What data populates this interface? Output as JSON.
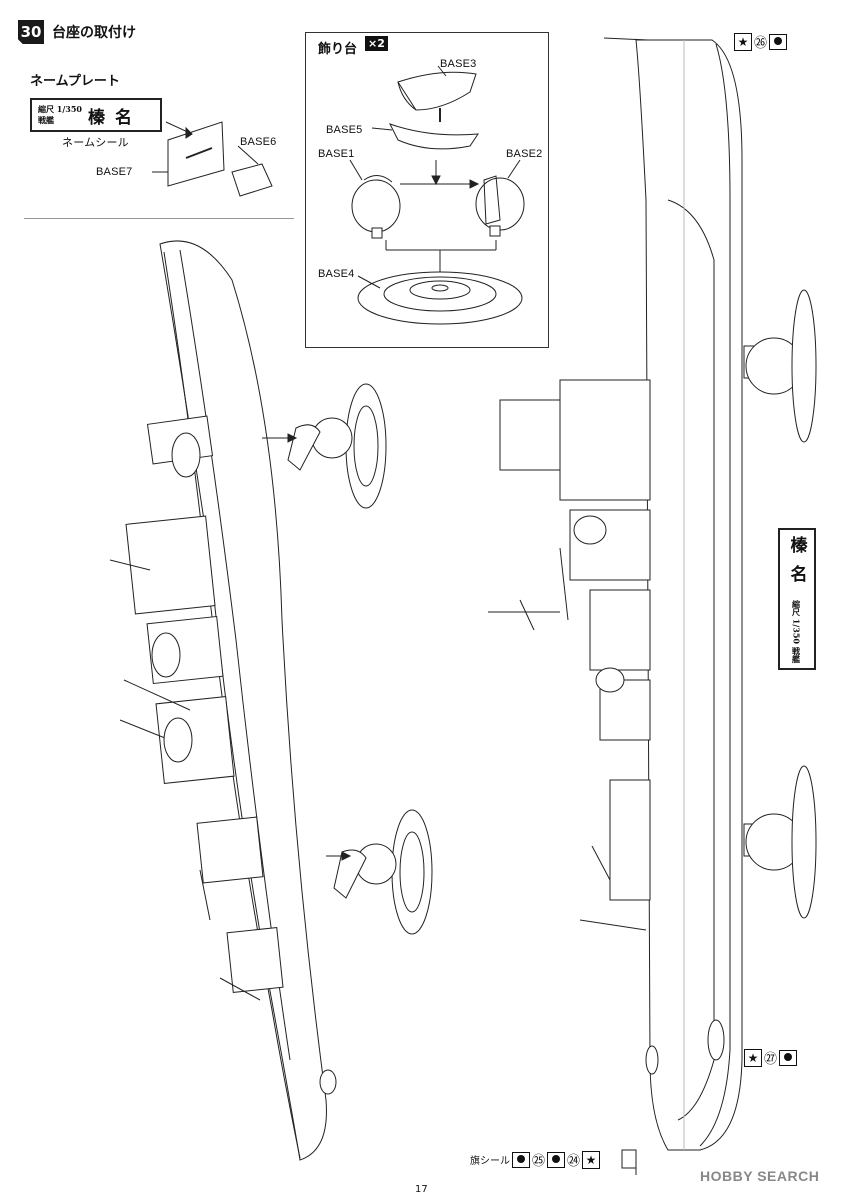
{
  "step": {
    "number": "30",
    "title": "台座の取付け"
  },
  "nameplate_section": {
    "title": "ネームプレート",
    "plate_scale": "縮尺 1/350",
    "plate_class": "戦艦",
    "plate_name": "榛名",
    "sticker_label": "ネームシール",
    "parts": {
      "base6": "BASE6",
      "base7": "BASE7"
    }
  },
  "stand_section": {
    "title": "飾り台",
    "quantity": "×2",
    "parts": {
      "base1": "BASE1",
      "base2": "BASE2",
      "base3": "BASE3",
      "base4": "BASE4",
      "base5": "BASE5"
    }
  },
  "side_plate": {
    "name": "榛名",
    "scale": "縮尺 1/350 戦艦"
  },
  "flags": {
    "top": {
      "star": "★",
      "number": "㉖"
    },
    "stern": {
      "star": "★",
      "number": "㉗"
    },
    "bottom_label": "旗シール",
    "bottom_numbers": [
      "㉕",
      "㉔"
    ]
  },
  "page_number": "17",
  "watermark": "HOBBY SEARCH"
}
